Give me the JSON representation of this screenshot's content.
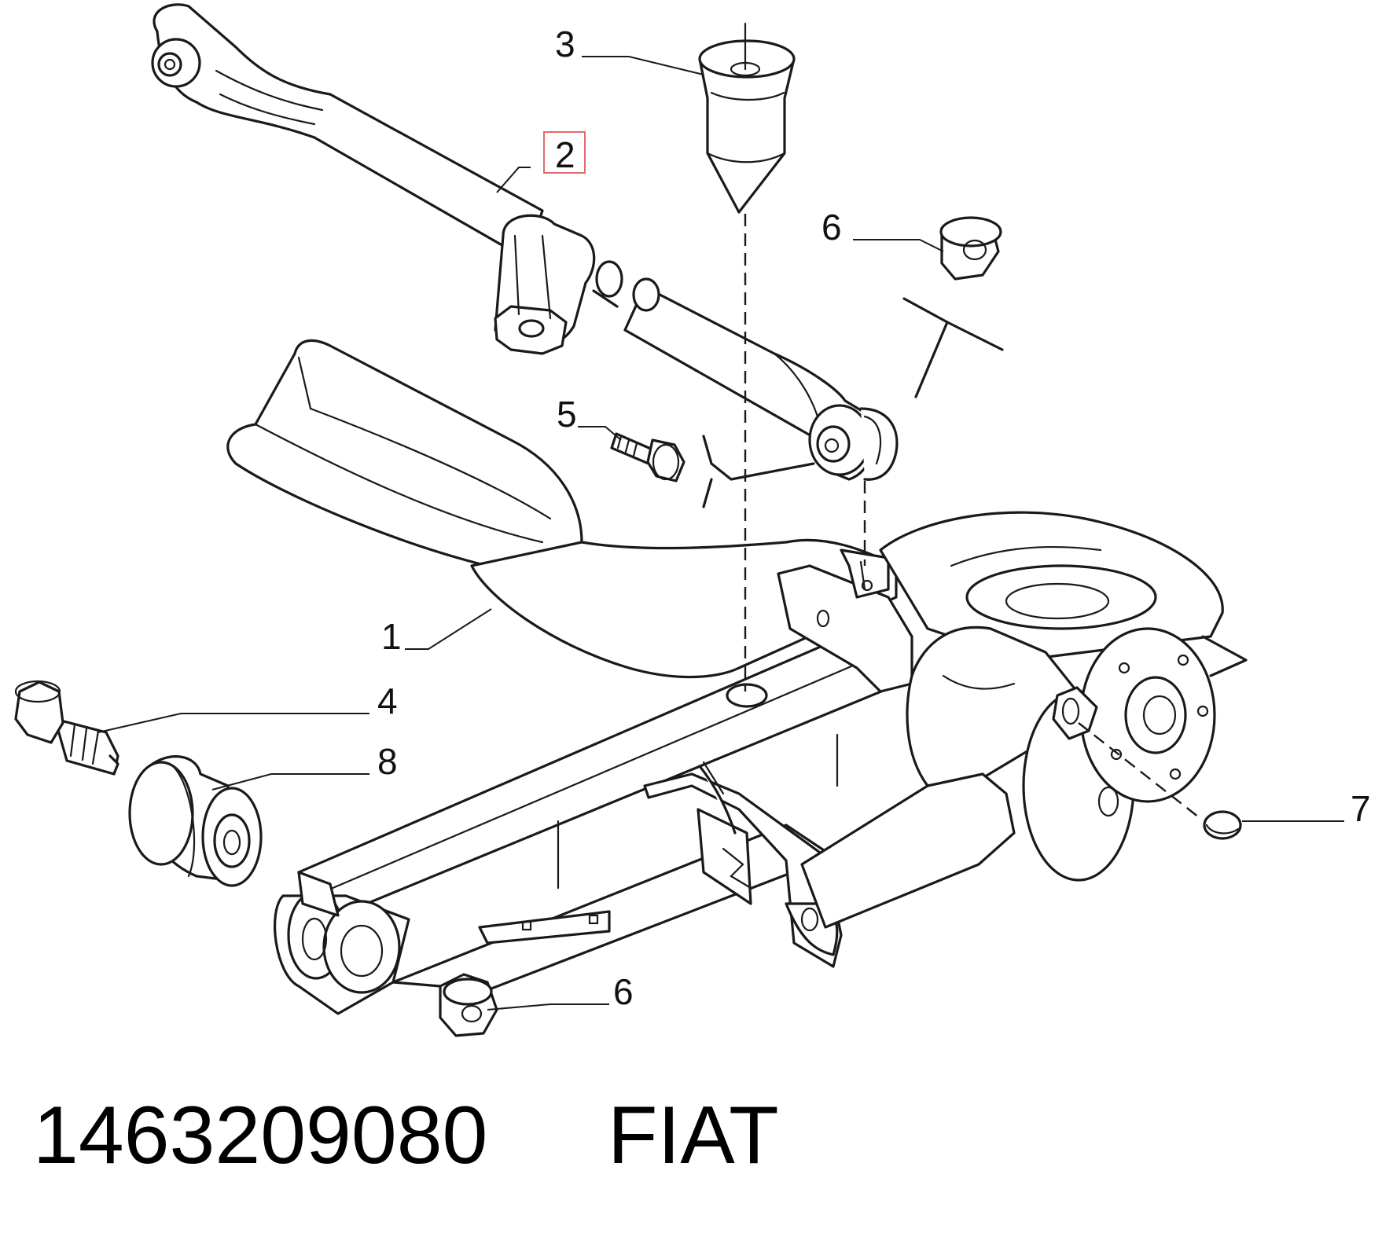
{
  "callouts": [
    {
      "id": "1",
      "label": "1"
    },
    {
      "id": "2",
      "label": "2",
      "highlighted": true
    },
    {
      "id": "3",
      "label": "3"
    },
    {
      "id": "4",
      "label": "4"
    },
    {
      "id": "5",
      "label": "5"
    },
    {
      "id": "6a",
      "label": "6"
    },
    {
      "id": "6b",
      "label": "6"
    },
    {
      "id": "7",
      "label": "7"
    },
    {
      "id": "8",
      "label": "8"
    }
  ],
  "footer": {
    "part_number": "1463209080",
    "brand": "FIAT"
  },
  "colors": {
    "line": "#1a1a1a",
    "highlight": "#e06a6a",
    "background": "#ffffff"
  }
}
